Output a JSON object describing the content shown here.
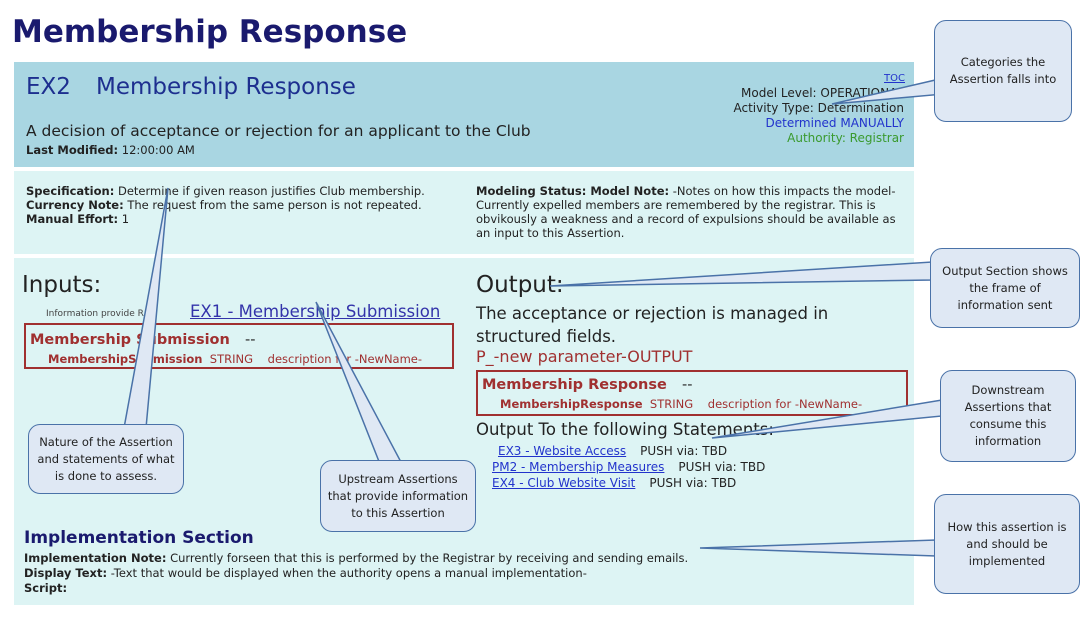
{
  "page_title": "Membership Response",
  "header": {
    "id": "EX2",
    "title": "Membership Response",
    "description": "A decision of acceptance or rejection for an applicant to the Club",
    "last_modified_label": "Last Modified:",
    "last_modified_value": "12:00:00 AM",
    "toc": "TOC",
    "model_level": "Model Level: OPERATIONAL",
    "activity_type": "Activity Type: Determination",
    "determined": "Determined MANUALLY",
    "authority": "Authority: Registrar"
  },
  "spec": {
    "specification_label": "Specification:",
    "specification_value": "Determine if given reason justifies Club membership.",
    "currency_label": "Currency Note:",
    "currency_value": "The request from the same person is not repeated.",
    "manual_label": "Manual Effort:",
    "manual_value": "1",
    "modeling_label": "Modeling Status: Model Note:",
    "modeling_value": "-Notes on how this impacts the model- Currently expelled members are remembered by the registrar. This is obvikously a weakness and a record of expulsions should be available as an input to this Assertion."
  },
  "inputs": {
    "heading": "Inputs:",
    "info_provide": "Information provide R",
    "upstream_link": "EX1 - Membership Submission",
    "frame_name": "Membership Submission",
    "frame_suffix": "--",
    "field_name": "MembershipSubmission",
    "field_type": "STRING",
    "field_desc": "description for -NewName-"
  },
  "output": {
    "heading": "Output:",
    "description": "The acceptance or rejection is managed in structured fields.",
    "parameter": "P_-new parameter-OUTPUT",
    "frame_name": "Membership Response",
    "frame_suffix": "--",
    "field_name": "MembershipResponse",
    "field_type": "STRING",
    "field_desc": "description for -NewName-",
    "statements_heading": "Output To the following Statements:",
    "statements": [
      {
        "link": "EX3 - Website Access",
        "push": "PUSH via: TBD"
      },
      {
        "link": "PM2 - Membership Measures",
        "push": "PUSH via: TBD"
      },
      {
        "link": "EX4 - Club Website Visit",
        "push": "PUSH via: TBD"
      }
    ]
  },
  "implementation": {
    "heading": "Implementation Section",
    "note_label": "Implementation Note:",
    "note_value": "Currently forseen that this is performed by the Registrar by receiving and sending emails.",
    "display_label": "Display Text:",
    "display_value": "-Text that would be displayed when the authority opens a manual implementation-",
    "script_label": "Script:"
  },
  "callouts": {
    "categories": "Categories the Assertion falls into",
    "output_section": "Output Section shows the frame of information sent",
    "downstream": "Downstream Assertions that consume this information",
    "how_implemented": "How this assertion is and should be implemented",
    "nature": "Nature of the Assertion and statements of what is done to assess.",
    "upstream": "Upstream Assertions that provide information to this Assertion"
  },
  "colors": {
    "title": "#1a1a6e",
    "header_bg": "#a9d6e2",
    "panel_bg": "#ddf4f4",
    "frame_red": "#a03030",
    "link_blue": "#2233cc",
    "authority_green": "#3a9a2e",
    "callout_border": "#4a72a8",
    "callout_bg": "#dfe8f4"
  }
}
